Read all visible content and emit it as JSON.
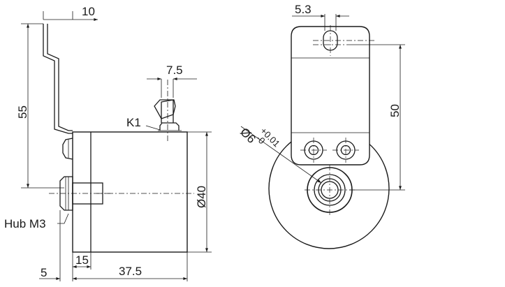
{
  "drawing": {
    "side_view": {
      "dim_bracket_offset": "10",
      "dim_height": "55",
      "dim_shaft_width": "7.5",
      "label_shaft": "K1",
      "dim_diameter_body": "Ø40",
      "label_hub": "Hub M3",
      "dim_hub_length": "5",
      "dim_flange": "15",
      "dim_body_length": "37.5"
    },
    "front_view": {
      "dim_slot": "5.3",
      "dim_mount_height": "50",
      "dim_bore": "Ø6",
      "dim_bore_tol_upper": "+0.01",
      "dim_bore_tol_lower": "-0"
    }
  }
}
